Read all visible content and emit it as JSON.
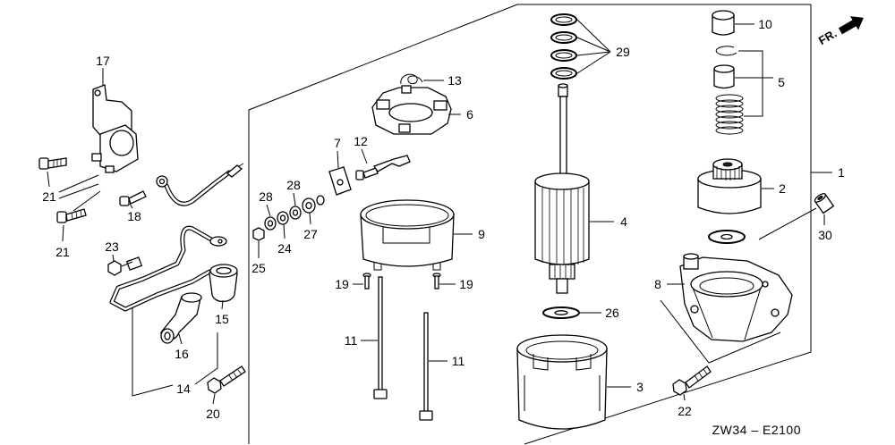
{
  "diagram": {
    "code": "ZW34 – E2100",
    "direction_label": "FR."
  },
  "callouts": [
    "17",
    "21",
    "21",
    "18",
    "23",
    "15",
    "16",
    "14",
    "20",
    "28",
    "28",
    "24",
    "25",
    "27",
    "7",
    "12",
    "13",
    "6",
    "9",
    "19",
    "19",
    "11",
    "11",
    "29",
    "4",
    "26",
    "3",
    "10",
    "5",
    "2",
    "1",
    "30",
    "8",
    "22"
  ],
  "colors": {
    "line": "#000000",
    "background": "#ffffff"
  }
}
